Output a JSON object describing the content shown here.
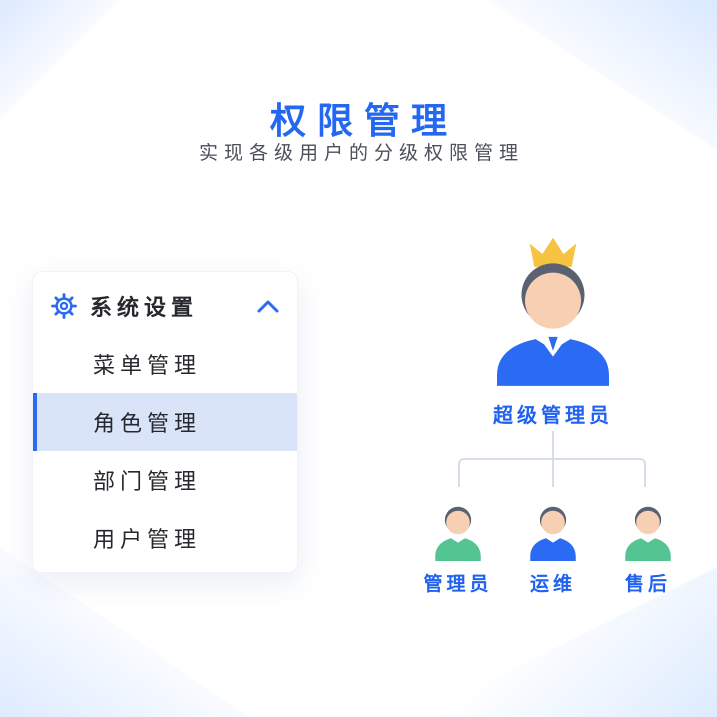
{
  "page": {
    "title": "权限管理",
    "subtitle": "实现各级用户的分级权限管理"
  },
  "menu": {
    "header": {
      "label": "系统设置",
      "icon": "gear-icon",
      "collapse_icon": "chevron-up-icon",
      "expanded": true
    },
    "items": [
      {
        "label": "菜单管理",
        "active": false
      },
      {
        "label": "角色管理",
        "active": true
      },
      {
        "label": "部门管理",
        "active": false
      },
      {
        "label": "用户管理",
        "active": false
      }
    ]
  },
  "org_chart": {
    "root": {
      "label": "超级管理员",
      "icon": "crowned-manager-avatar"
    },
    "children": [
      {
        "label": "管理员",
        "shirt_color": "#55C493"
      },
      {
        "label": "运维",
        "shirt_color": "#2B6BF3"
      },
      {
        "label": "售后",
        "shirt_color": "#55C493"
      }
    ]
  },
  "colors": {
    "accent_blue": "#2468F2",
    "menu_active_bg": "#D9E4F8",
    "menu_active_bar": "#2B6BF3",
    "connector_gray": "#D8DEE8",
    "crown_yellow": "#F7C343",
    "skin": "#F7CFB2",
    "hair": "#5A6170"
  }
}
